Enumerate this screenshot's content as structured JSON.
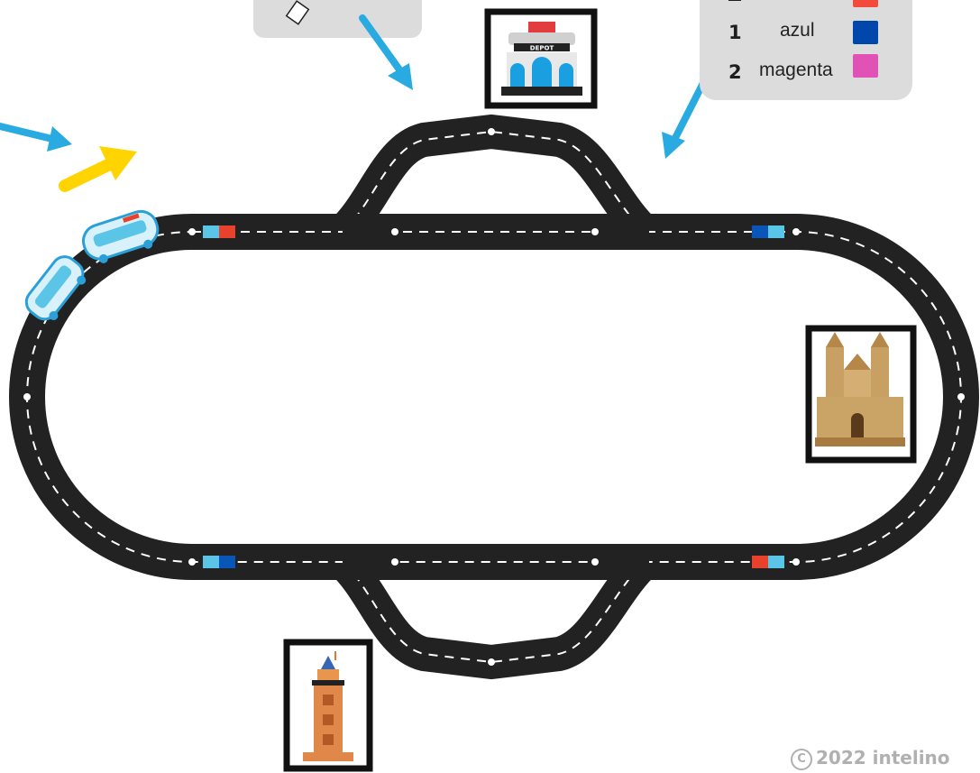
{
  "legend": {
    "items": [
      {
        "number": "1",
        "name": "azul",
        "color": "#0047ab"
      },
      {
        "number": "2",
        "name": "magenta",
        "color": "#e052b5"
      }
    ],
    "partial_top_color": "#f24b3c"
  },
  "colors": {
    "track": "#222222",
    "arrow_blue": "#29abe2",
    "arrow_yellow": "#ffd400",
    "marker_light_blue": "#5bc5e8",
    "marker_red": "#e8412c",
    "marker_dark_blue": "#0a55b8",
    "callout_bg": "#dcdcdc"
  },
  "landmarks": {
    "depot_sign": "DEPOT"
  },
  "copyright": {
    "symbol": "C",
    "text": "2022 intelino"
  }
}
